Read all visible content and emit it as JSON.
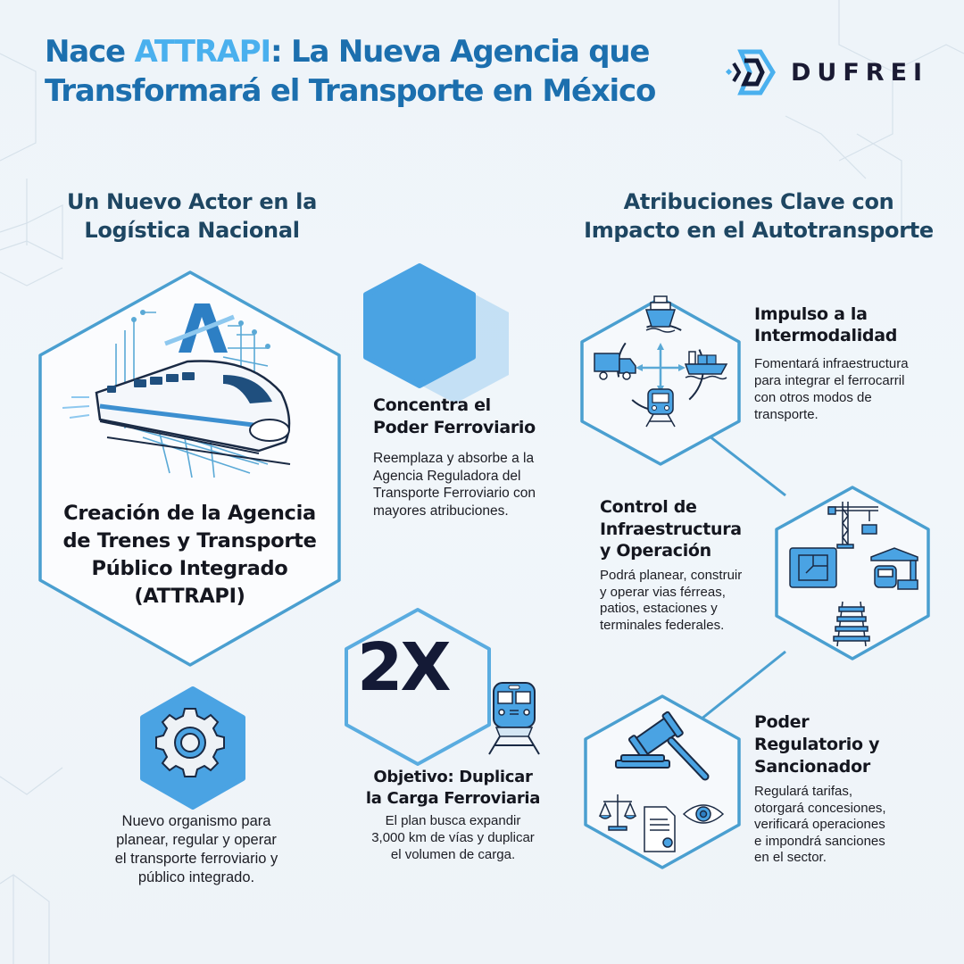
{
  "header": {
    "title_prefix": "Nace ",
    "title_highlight": "ATTRAPI",
    "title_line1_rest": ": La Nueva Agencia que",
    "title_line2": "Transformará el Transporte en México",
    "logo_text": "DUFREI",
    "logo_icon": "dufrei-hexagon-chevron-icon"
  },
  "left_section": {
    "heading_line1": "Un Nuevo Actor en la",
    "heading_line2": "Logística Nacional",
    "main_card": {
      "icon": "high-speed-train-icon",
      "title_lines": [
        "Creación de la Agencia",
        "de Trenes y Transporte",
        "Público Integrado",
        "(ATTRAPI)"
      ]
    },
    "concentra_card": {
      "icon": "blue-hexagon-icon",
      "title_lines": [
        "Concentra el",
        "Poder Ferroviario"
      ],
      "text_lines": [
        "Reemplaza y absorbe a la",
        "Agencia Reguladora del",
        "Transporte Ferroviario con",
        "mayores atribuciones."
      ]
    },
    "gear_card": {
      "icon": "gear-icon",
      "text_lines": [
        "Nuevo organismo para",
        "planear, regular y operar",
        "el transporte ferroviario y",
        "público integrado."
      ]
    },
    "objective_card": {
      "big_value": "2X",
      "icon": "train-front-icon",
      "title_lines": [
        "Objetivo: Duplicar",
        "la Carga Ferroviaria"
      ],
      "text_lines": [
        "El plan busca expandir",
        "3,000 km de vías y duplicar",
        "el volumen de carga."
      ]
    }
  },
  "right_section": {
    "heading_line1": "Atribuciones Clave con",
    "heading_line2": "Impacto en el Autotransporte",
    "items": [
      {
        "icon": "intermodal-transport-icon",
        "title_lines": [
          "Impulso a la",
          "Intermodalidad"
        ],
        "text_lines": [
          "Fomentará infraestructura",
          "para integrar el ferrocarril",
          "con otros modos de",
          "transporte."
        ]
      },
      {
        "icon": "infrastructure-icon",
        "title_lines": [
          "Control de",
          "Infraestructura",
          "y Operación"
        ],
        "text_lines": [
          "Podrá planear, construir",
          "y operar vias férreas,",
          "patios, estaciones y",
          "terminales federales."
        ]
      },
      {
        "icon": "gavel-icon",
        "title_lines": [
          "Poder",
          "Regulatorio y",
          "Sancionador"
        ],
        "text_lines": [
          "Regulará tarifas,",
          "otorgará concesiones,",
          "verificará operaciones",
          "e impondrá sanciones",
          "en el sector."
        ]
      }
    ]
  },
  "colors": {
    "title_blue": "#1c6fae",
    "highlight_blue": "#4ab0ee",
    "heading_navy": "#1e4662",
    "hex_stroke": "#4a9fd0",
    "hex_fill_blue": "#4aa3e3",
    "dark_text": "#14161f",
    "background": "#eef4f9"
  }
}
